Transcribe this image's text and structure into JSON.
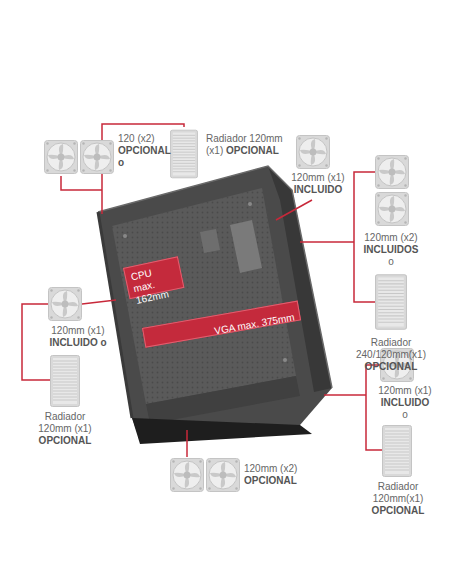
{
  "diagram": {
    "nodes": [
      {
        "text": [
          "CPU max. 162mm"
        ]
      },
      {
        "text": [
          "VGA max. 375mm"
        ]
      }
    ],
    "labels": [
      "120 (x2)",
      "OPCIONAL",
      "o",
      "Radiador 120mm (x1)",
      "OPCIONAL",
      "120mm (x1)",
      "INCLUIDO",
      "120mm (x2)",
      "INCLUIDOS",
      "o",
      "Radiador 240/120mm(x1)",
      "OPCIONAL",
      "120mm (x1)",
      "INCLUIDO o",
      "Radiador 120mm (x1)",
      "OPCIONAL",
      "120mm (x1)",
      "INCLUIDO",
      "o",
      "Radiador 120mm(x1)",
      "OPCIONAL",
      "120mm (x2)",
      "OPCIONAL"
    ]
  }
}
